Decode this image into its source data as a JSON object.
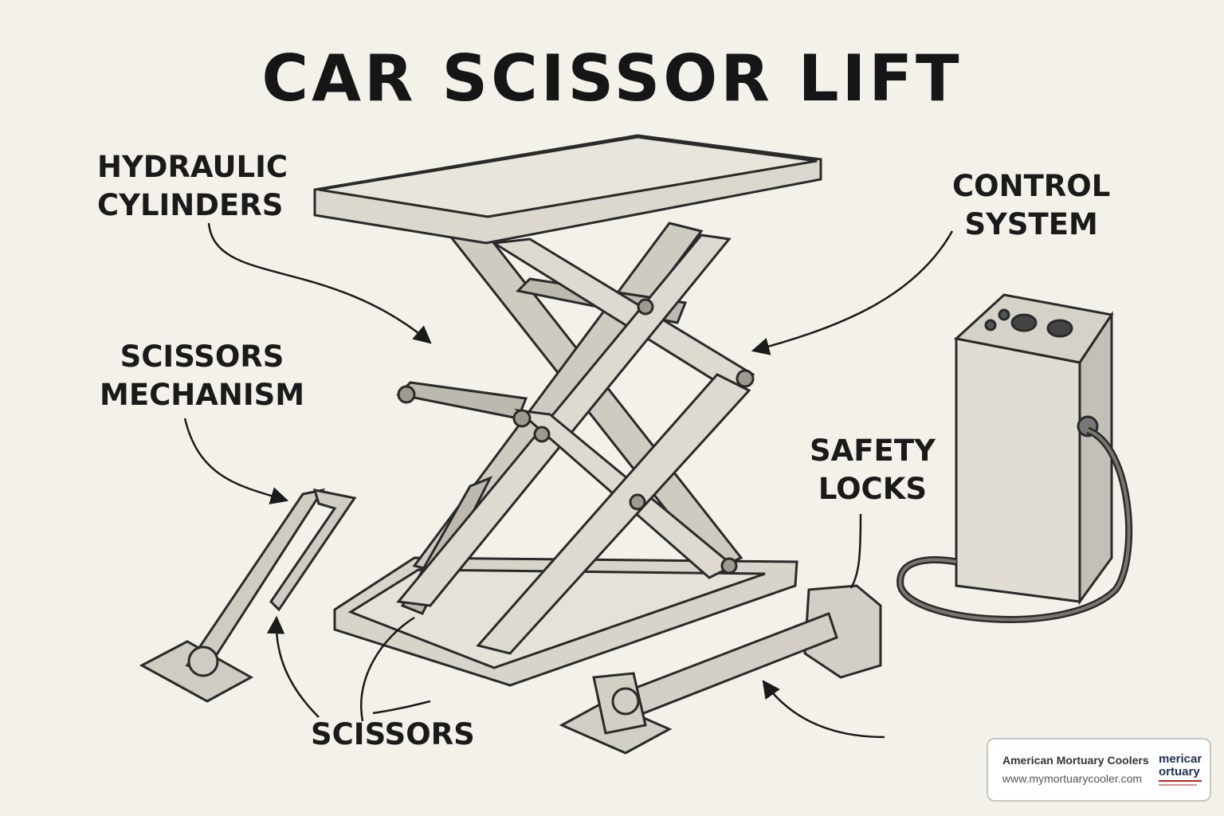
{
  "title": "CAR SCISSOR LIFT",
  "labels": {
    "hydraulic_cylinders": [
      "HYDRAULIC",
      "CYLINDERS"
    ],
    "scissors_mechanism": [
      "SCISSORS",
      "MECHANISM"
    ],
    "control_system": [
      "CONTROL",
      "SYSTEM"
    ],
    "safety_locks": [
      "SAFETY",
      "LOCKS"
    ],
    "scissors": "SCISSORS"
  },
  "brand": {
    "name": "American Mortuary Coolers",
    "url": "www.mymortuarycooler.com",
    "logo_text": [
      "mericar",
      "ortuary"
    ]
  },
  "colors": {
    "background": "#f4f1ea",
    "ink": "#1a1a1a",
    "metal_fill": "#d9d6cf",
    "metal_shade": "#b9b5ad"
  }
}
